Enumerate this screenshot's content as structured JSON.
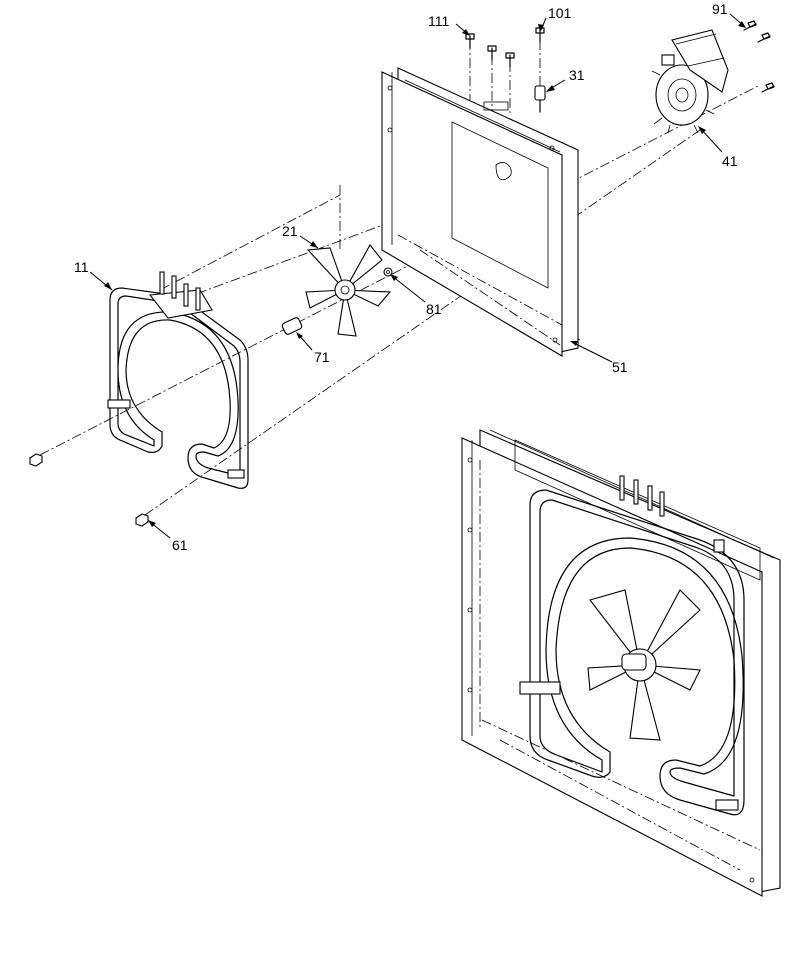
{
  "callouts": [
    {
      "id": "p11",
      "text": "11"
    },
    {
      "id": "p21",
      "text": "21"
    },
    {
      "id": "p31",
      "text": "31"
    },
    {
      "id": "p41",
      "text": "41"
    },
    {
      "id": "p51",
      "text": "51"
    },
    {
      "id": "p61",
      "text": "61"
    },
    {
      "id": "p71",
      "text": "71"
    },
    {
      "id": "p81",
      "text": "81"
    },
    {
      "id": "p91",
      "text": "91"
    },
    {
      "id": "p101",
      "text": "101"
    },
    {
      "id": "p111",
      "text": "111"
    }
  ]
}
